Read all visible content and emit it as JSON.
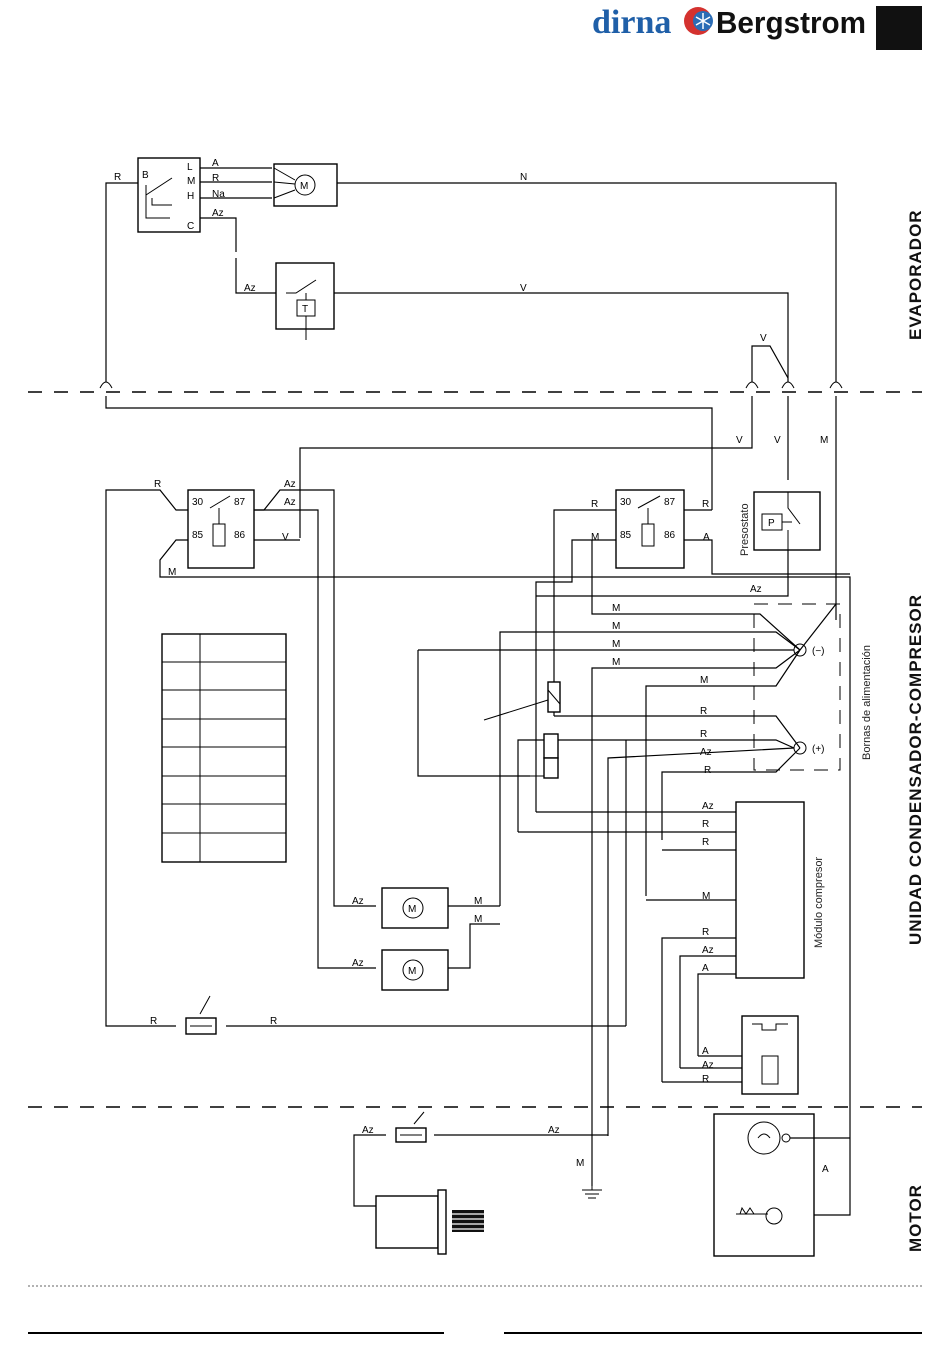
{
  "brand": {
    "name_left": "dirna",
    "name_right": "Bergstrom",
    "color_left": "#1f5fa8",
    "color_right": "#111111",
    "logo_icon": "snowflake-sun-icon"
  },
  "sections": {
    "evaporator": "EVAPORADOR",
    "condenser": "UNIDAD CONDENSADOR-COMPRESOR",
    "motor": "MOTOR"
  },
  "components": {
    "selector_pins": [
      "B",
      "L",
      "M",
      "H",
      "C"
    ],
    "motor_symbol": "M",
    "thermostat_symbol": "T",
    "pressure_symbol": "P",
    "pressure_label": "Presostato",
    "relay_pins": [
      "30",
      "87",
      "85",
      "86"
    ],
    "terminals_label": "Bornas de alimentación",
    "terminal_neg": "(−)",
    "terminal_pos": "(+)",
    "module_label": "Módulo compresor"
  },
  "wire_labels": {
    "a": "A",
    "r": "R",
    "na": "Na",
    "az": "Az",
    "n": "N",
    "v": "V",
    "m": "M"
  },
  "legend_rows": 8
}
